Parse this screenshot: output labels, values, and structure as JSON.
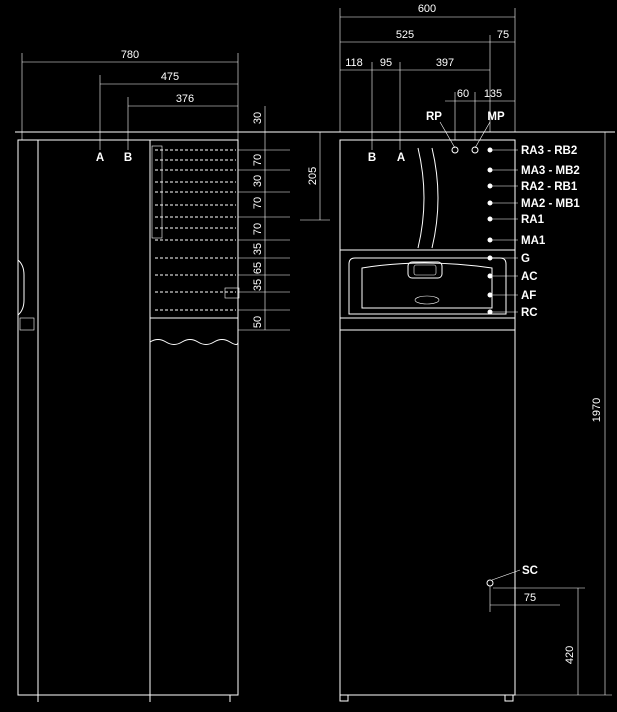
{
  "drawing": {
    "left_view": {
      "dims_top": [
        "780",
        "475",
        "376"
      ],
      "section_letters": [
        "A",
        "B"
      ],
      "dims_right": [
        "30",
        "70",
        "30",
        "70",
        "70",
        "35",
        "65",
        "35",
        "50"
      ],
      "dim_total": "205"
    },
    "right_view": {
      "dims_top_row1": "600",
      "dims_top_row2": [
        "525",
        "75"
      ],
      "dims_top_row3": [
        "118",
        "95",
        "397"
      ],
      "dims_top_row4": [
        "60",
        "135"
      ],
      "top_connections": [
        "RP",
        "MP"
      ],
      "section_letters": [
        "B",
        "A"
      ],
      "connection_labels": [
        "RA3 - RB2",
        "MA3 - MB2",
        "RA2 - RB1",
        "MA2 - MB1",
        "RA1",
        "MA1",
        "G",
        "AC",
        "AF",
        "RC"
      ],
      "dim_height": "1970",
      "bottom_connection": "SC",
      "dim_sc_offset": "75",
      "dim_sc_height": "420"
    }
  }
}
